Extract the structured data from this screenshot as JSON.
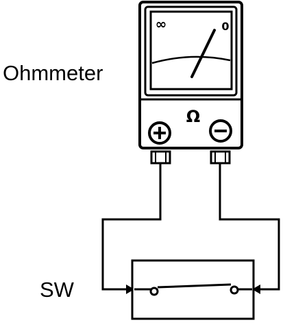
{
  "labels": {
    "meter": "Ohmmeter",
    "switch": "SW"
  },
  "scale": {
    "left_mark": "∞",
    "right_mark": "0"
  },
  "meter_symbol": "Ω",
  "terminals": {
    "positive": "+",
    "negative": "−"
  },
  "colors": {
    "ink": "#000000",
    "paper": "#ffffff"
  },
  "icons": [
    "plus-icon",
    "minus-icon",
    "ohm-symbol"
  ]
}
